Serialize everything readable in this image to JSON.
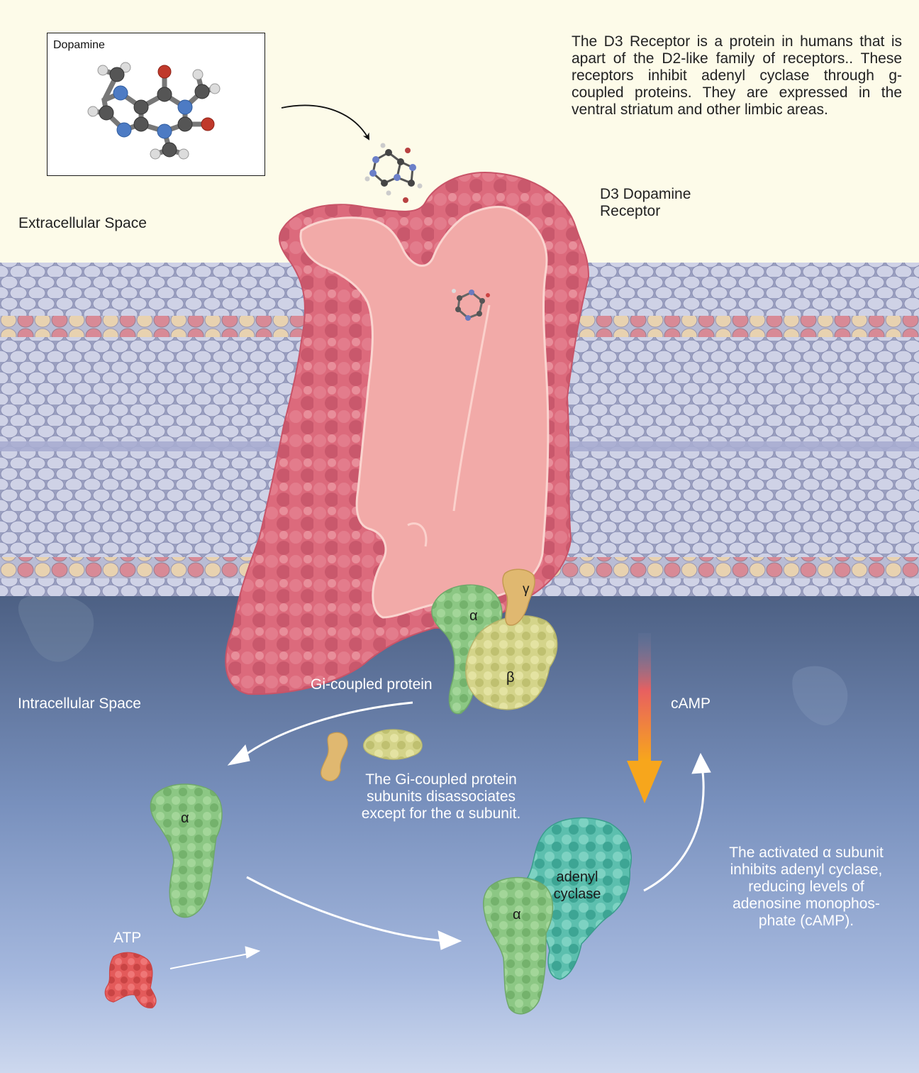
{
  "inset": {
    "title": "Dopamine"
  },
  "description": "The D3 Receptor is a protein in humans that is apart of the D2-like family of receptors.. These receptors inhibit adenyl cyclase through g-coupled proteins. They are expressed in the ventral striatum and other limbic areas.",
  "labels": {
    "extracellular": "Extracellular Space",
    "intracellular": "Intracellular Space",
    "receptor_line1": "D3 Dopamine",
    "receptor_line2": "Receptor",
    "gi_protein": "Gi-coupled protein",
    "camp": "cAMP",
    "atp": "ATP",
    "alpha": "α",
    "beta": "β",
    "gamma": "γ",
    "adenyl_line1": "adenyl",
    "adenyl_line2": "cyclase"
  },
  "notes": {
    "disassociate": [
      "The Gi-coupled protein",
      "subunits disassociates",
      "except for the α subunit."
    ],
    "inhibit": [
      "The activated α subunit",
      "inhibits adenyl cyclase,",
      "reducing levels of",
      "adenosine monophos-",
      "phate (cAMP)."
    ]
  },
  "colors": {
    "receptor": "#e06a7a",
    "receptor_inner": "#f2aaa8",
    "alpha_subunit": "#8fcc85",
    "beta_subunit": "#d9d98a",
    "gamma_subunit": "#e0b870",
    "adenyl_cyclase": "#5fc2b0",
    "atp": "#e45a5a",
    "lipid_head": "#cfd2e6",
    "extracellular_bg": "#fdfbe9",
    "intracellular_bg": "#4d6285"
  }
}
